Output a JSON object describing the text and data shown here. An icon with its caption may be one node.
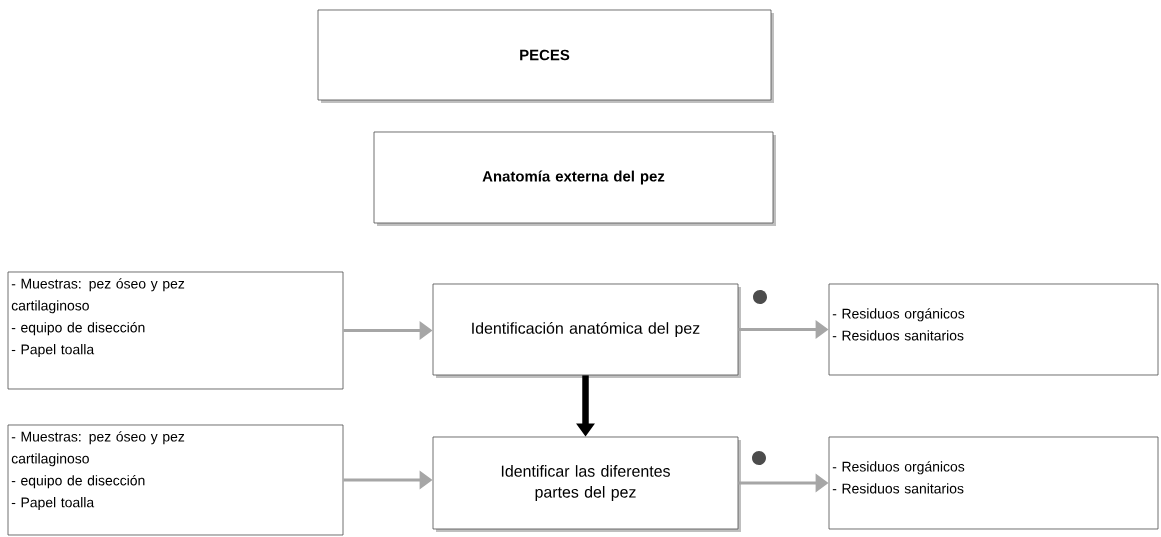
{
  "diagram": {
    "nodes": [
      {
        "text": [
          "PECES"
        ]
      },
      {
        "text": [
          "Anatomía externa del pez"
        ]
      },
      {
        "text": [
          "- Muestras: pez óseo y pez cartilaginoso",
          "- equipo de disección",
          "- Papel toalla"
        ]
      },
      {
        "text": [
          "Identificación  anatómica del pez"
        ]
      },
      {
        "text": [
          "- Residuos orgánicos",
          "- Residuos sanitarios"
        ]
      },
      {
        "text": [
          "- Muestras: pez óseo y pez cartilaginoso",
          "- equipo de disección",
          "- Papel toalla"
        ]
      },
      {
        "text": [
          "Identificar las diferentes partes  del pez"
        ]
      },
      {
        "text": [
          "- Residuos orgánicos",
          "- Residuos sanitarios"
        ]
      }
    ],
    "edges": [
      {
        "from": 2,
        "to": 3,
        "arrow": "to"
      },
      {
        "from": 3,
        "to": 4,
        "arrow": "to"
      },
      {
        "from": 3,
        "to": 6,
        "arrow": "to",
        "style": "thick",
        "color": "#000000"
      },
      {
        "from": 5,
        "to": 6,
        "arrow": "to"
      },
      {
        "from": 6,
        "to": 7,
        "arrow": "to"
      }
    ]
  }
}
